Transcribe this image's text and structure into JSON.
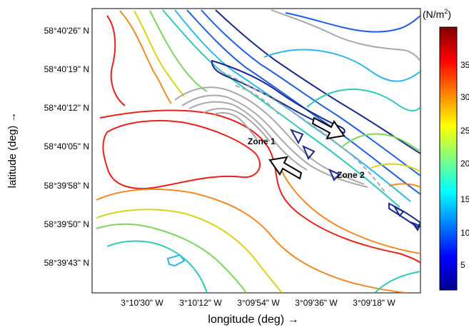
{
  "chart_data": {
    "type": "contour",
    "xlabel": "longitude (deg) →",
    "ylabel": "latitude (deg) →",
    "x_ticks": [
      "3°10'30\" W",
      "3°10'12\" W",
      "3°09'54\" W",
      "3°09'36\" W",
      "3°09'18\" W"
    ],
    "y_ticks": [
      "58°40'26\" N",
      "58°40'19\" N",
      "58°40'12\" N",
      "58°40'05\" N",
      "58°39'58\" N",
      "58°39'50\" N",
      "58°39'43\" N"
    ],
    "colorbar": {
      "unit": "(N/m",
      "unit_superscript": "2",
      "unit_close": ")",
      "ticks": [
        "35",
        "30",
        "25",
        "20",
        "15",
        "10",
        "5"
      ],
      "colors": [
        "#7f0000",
        "#ff0000",
        "#ff8000",
        "#ffff00",
        "#80ff80",
        "#00ffff",
        "#0080ff",
        "#0000ff",
        "#00008f"
      ]
    },
    "annotations": [
      "Zone 1",
      "Zone 2"
    ],
    "contour_colors": {
      "red": "#e8221a",
      "orange": "#f08a24",
      "yellow": "#d8d21a",
      "green": "#7cd65c",
      "teal": "#2fc9b7",
      "cyan": "#2fb6ea",
      "blue": "#1f5fe0",
      "navy": "#1a2a8c",
      "gray": "#a8a8a8"
    }
  }
}
